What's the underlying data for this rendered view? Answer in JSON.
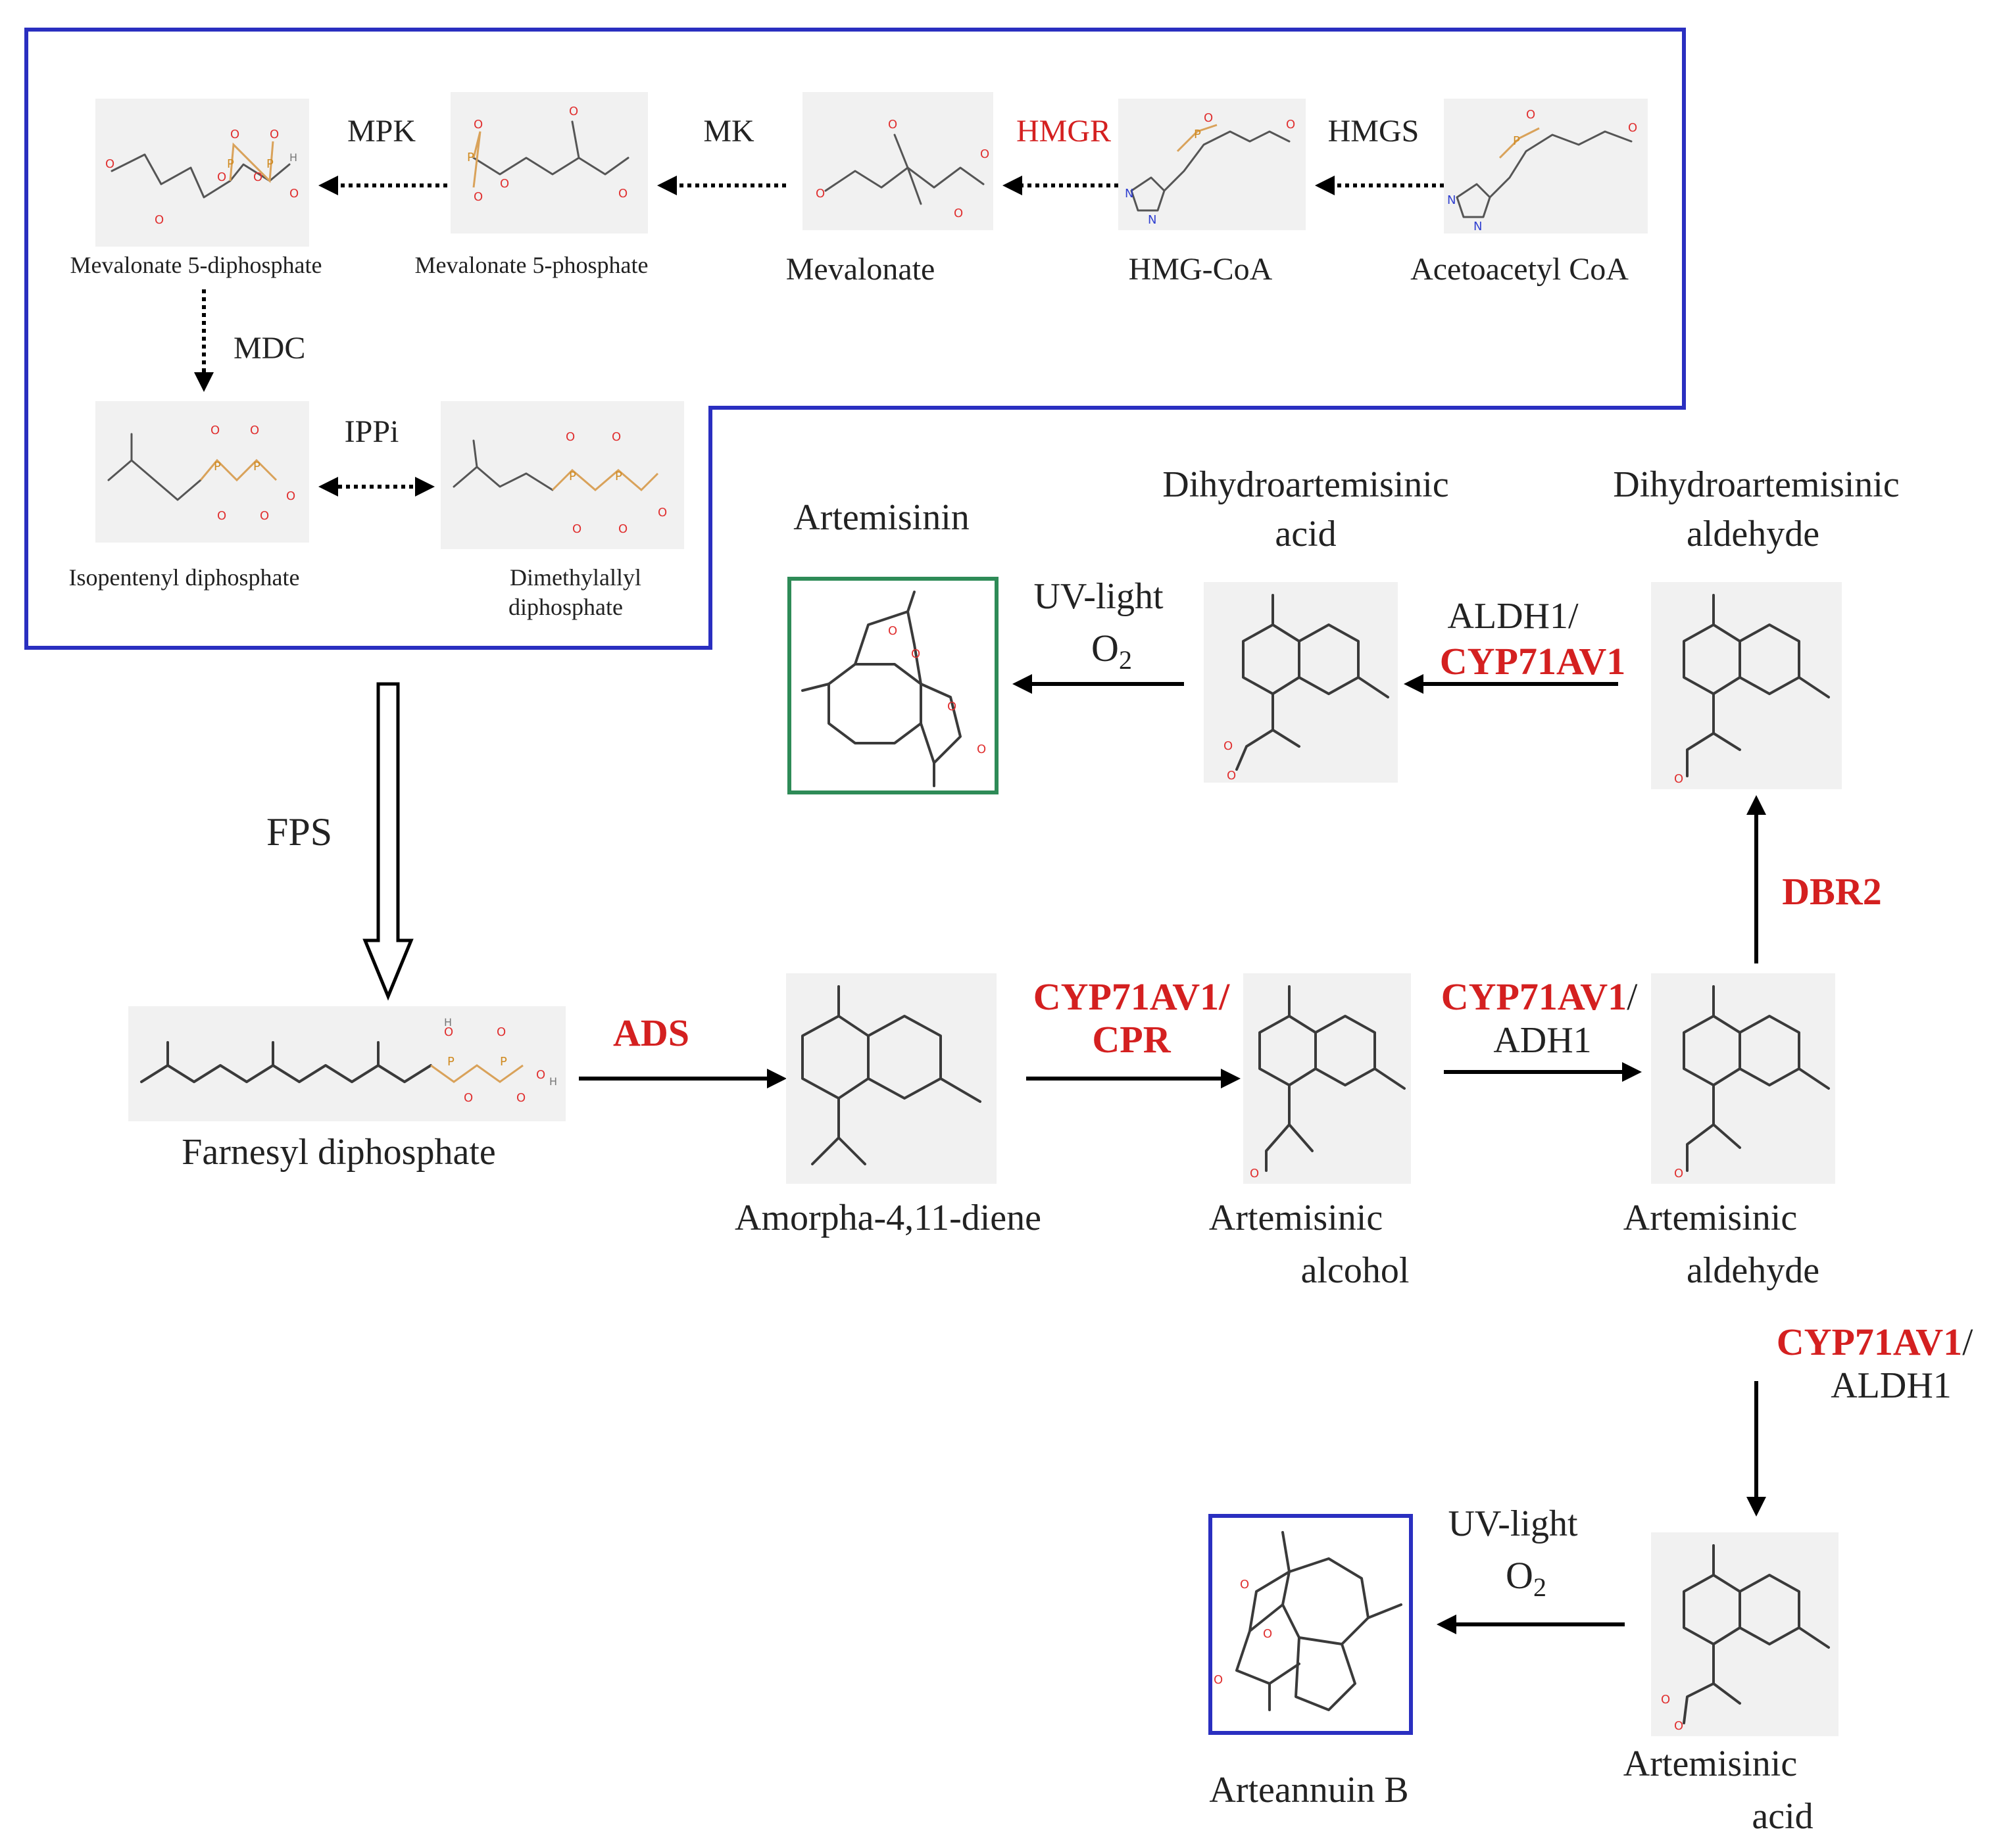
{
  "enzymes": {
    "mpk": "MPK",
    "mk": "MK",
    "hmgr": "HMGR",
    "hmgs": "HMGS",
    "mdc": "MDC",
    "ippi": "IPPi",
    "fps": "FPS",
    "ads": "ADS",
    "cyp_cpr_1": "CYP71AV1/",
    "cpr": "CPR",
    "cyp_adh_1": "CYP71AV1",
    "adh_slash": "/",
    "adh1": "ADH1",
    "dbr2": "DBR2",
    "aldh1_slash": "ALDH1/",
    "cyp_aldh_top": "CYP71AV1",
    "cyp_aldh_bottom": "CYP71AV1",
    "cyp_aldh_slash": "/",
    "aldh1": "ALDH1",
    "uv1": "UV-light",
    "o2_1": "O",
    "o2_1_sub": "2",
    "uv2": "UV-light",
    "o2_2": "O",
    "o2_2_sub": "2"
  },
  "compounds": {
    "mev5dp": "Mevalonate 5-diphosphate",
    "mev5p": "Mevalonate 5-phosphate",
    "mevalonate": "Mevalonate",
    "hmgcoa": "HMG-CoA",
    "acetoacetyl": "Acetoacetyl CoA",
    "ipp": "Isopentenyl diphosphate",
    "dmapp_1": "Dimethylallyl",
    "dmapp_2": "diphosphate",
    "fpp": "Farnesyl diphosphate",
    "amorphadiene": "Amorpha-4,11-diene",
    "art_alcohol_1": "Artemisinic",
    "art_alcohol_2": "alcohol",
    "art_aldehyde_1": "Artemisinic",
    "art_aldehyde_2": "aldehyde",
    "dh_aldehyde_1": "Dihydroartemisinic",
    "dh_aldehyde_2": "aldehyde",
    "dh_acid_1": "Dihydroartemisinic",
    "dh_acid_2": "acid",
    "artemisinin": "Artemisinin",
    "art_acid_1": "Artemisinic",
    "art_acid_2": "acid",
    "arteannuin": "Arteannuin B"
  },
  "colors": {
    "mva_box": "#2a2fc0",
    "artemisinin_box": "#2e8b57",
    "arteannuin_box": "#2a2fc0",
    "enzyme_highlight": "#d42020"
  }
}
